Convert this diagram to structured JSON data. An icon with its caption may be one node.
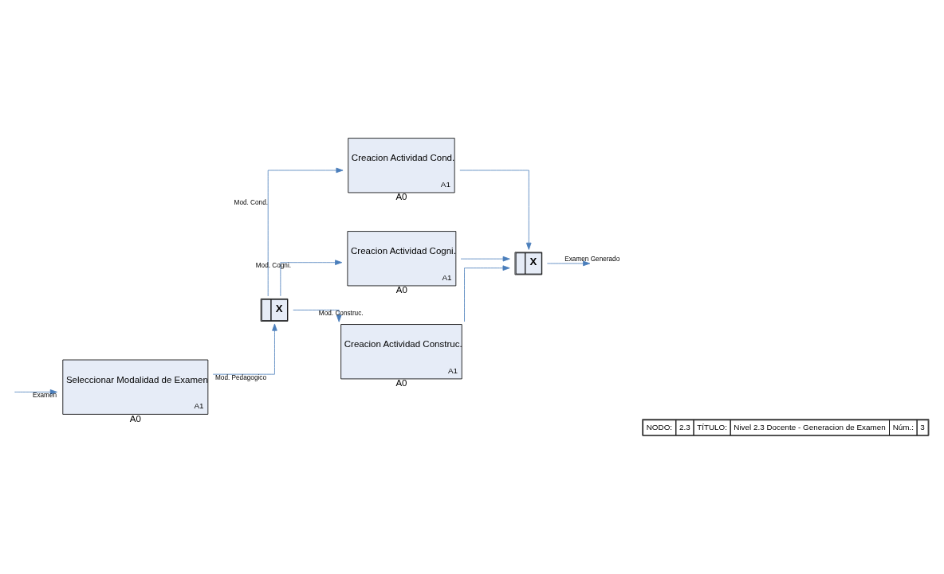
{
  "diagram": {
    "nodes": [
      {
        "text": [
          "Seleccionar Modalidad de Examen",
          "A1"
        ],
        "beside": [
          "A0"
        ]
      },
      {
        "text": [
          "X"
        ]
      },
      {
        "text": [
          "Creacion Actividad Cond.",
          "A1"
        ],
        "beside": [
          "A0"
        ]
      },
      {
        "text": [
          "Creacion Actividad Cogni.",
          "A1"
        ],
        "beside": [
          "A0"
        ]
      },
      {
        "text": [
          "Creacion Actividad Construc.",
          "A1"
        ],
        "beside": [
          "A0"
        ]
      },
      {
        "text": [
          "X"
        ]
      }
    ],
    "edges": [
      {
        "from": null,
        "to": 0,
        "arrow": "to",
        "label": "Examen"
      },
      {
        "from": 0,
        "to": 1,
        "arrow": "to",
        "label": "Mod. Pedagogico"
      },
      {
        "from": 1,
        "to": 2,
        "arrow": "to",
        "label": "Mod. Cond."
      },
      {
        "from": 1,
        "to": 3,
        "arrow": "to",
        "label": "Mod. Cogni."
      },
      {
        "from": 1,
        "to": 4,
        "arrow": "to",
        "label": "Mod. Construc."
      },
      {
        "from": 2,
        "to": 5,
        "arrow": "to"
      },
      {
        "from": 3,
        "to": 5,
        "arrow": "to"
      },
      {
        "from": 4,
        "to": 5,
        "arrow": "to"
      },
      {
        "from": 5,
        "to": null,
        "arrow": "to",
        "label": "Examen Generado"
      }
    ],
    "labels": [
      "NODO:",
      "2.3",
      "TÍTULO:",
      "Nivel 2.3 Docente - Generacion de Examen",
      "Núm.:",
      "3"
    ]
  }
}
